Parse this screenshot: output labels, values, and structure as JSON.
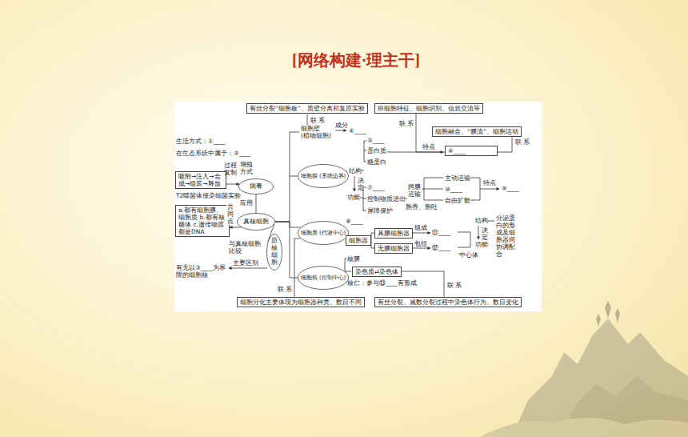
{
  "diagram": {
    "title": "[网络构建·理主干]",
    "nodes": [
      {
        "text": [
          "有丝分裂“细胞板”、质壁分离和复原实验"
        ]
      },
      {
        "text": [
          "癌细胞特征、细胞识别、信息交流等"
        ]
      },
      {
        "text": [
          "细胞融合、“膜流”、细胞运动"
        ]
      },
      {
        "text": [
          "吸附→注入→合成→组装→释放"
        ]
      },
      {
        "text": [
          "病毒"
        ]
      },
      {
        "text": [
          "a.都有细胞膜、细胞质 b.都有核糖体 c.遗传物质都是DNA"
        ]
      },
      {
        "text": [
          "真核细胞"
        ]
      },
      {
        "text": [
          "细胞膜 (系统边界)"
        ]
      },
      {
        "text": [
          "⑥____"
        ]
      },
      {
        "text": [
          "原核细胞"
        ]
      },
      {
        "text": [
          "细胞质 (代谢中心)"
        ]
      },
      {
        "text": [
          "细胞器"
        ]
      },
      {
        "text": [
          "具膜细胞器"
        ]
      },
      {
        "text": [
          "无膜细胞器"
        ]
      },
      {
        "text": [
          "细胞核 (控制中心)"
        ]
      },
      {
        "text": [
          "染色质⇌染色体"
        ]
      },
      {
        "text": [
          "细胞分化主要体现为细胞器种类、数目不同"
        ]
      },
      {
        "text": [
          "有丝分裂、减数分裂过程中染色体行为、数目变化"
        ]
      }
    ],
    "edges": [
      {
        "from": 6,
        "to": 4,
        "arrow": "none"
      },
      {
        "from": 3,
        "to": 4,
        "arrow": "to"
      },
      {
        "from": 6,
        "to": 5,
        "label": "共同点",
        "arrow": "to"
      },
      {
        "from": 6,
        "to": 9,
        "arrow": "none"
      },
      {
        "from": 6,
        "to": 7,
        "arrow": "none"
      },
      {
        "from": 6,
        "to": 10,
        "arrow": "none"
      },
      {
        "from": 6,
        "to": 14,
        "arrow": "none"
      },
      {
        "from": 1,
        "to": 8,
        "label": "联 系",
        "arrow": "none"
      },
      {
        "from": 2,
        "to": 8,
        "label": "联 系",
        "arrow": "none"
      },
      {
        "from": 11,
        "to": 12,
        "arrow": "none"
      },
      {
        "from": 11,
        "to": 13,
        "arrow": "none"
      },
      {
        "from": 10,
        "to": 16,
        "label": "联 系",
        "arrow": "none"
      },
      {
        "from": 15,
        "to": 17,
        "label": "联 系",
        "arrow": "none"
      }
    ],
    "labels": [
      "生活方式：①____",
      "在生态系统中属于：②____",
      "过程",
      "复制",
      "增殖方式",
      "T2噬菌体侵染细菌实验",
      "应用",
      "与真核细胞比较",
      "主要区别",
      "有无以③____为界限的细胞核",
      "联 系",
      "细胞壁 (植物细胞)",
      "成分",
      "④____",
      "结构",
      "⑤____",
      "蛋白质",
      "糖蛋白",
      "特点",
      "决定",
      "功能",
      "⑦____",
      "控制物质进出",
      "屏障保护",
      "跨膜运输",
      "胞吞、胞吐",
      "主动运输",
      "⑩____",
      "自由扩散",
      "特点",
      "⑨____",
      "⑧____",
      "组成",
      "⑪____",
      "包括",
      "⑫____",
      "中心体",
      "结构",
      "决定",
      "功能",
      "分泌蛋白的形成及细胞器间协调配合",
      "核膜",
      "核仁：参与⑬____有形成"
    ]
  }
}
